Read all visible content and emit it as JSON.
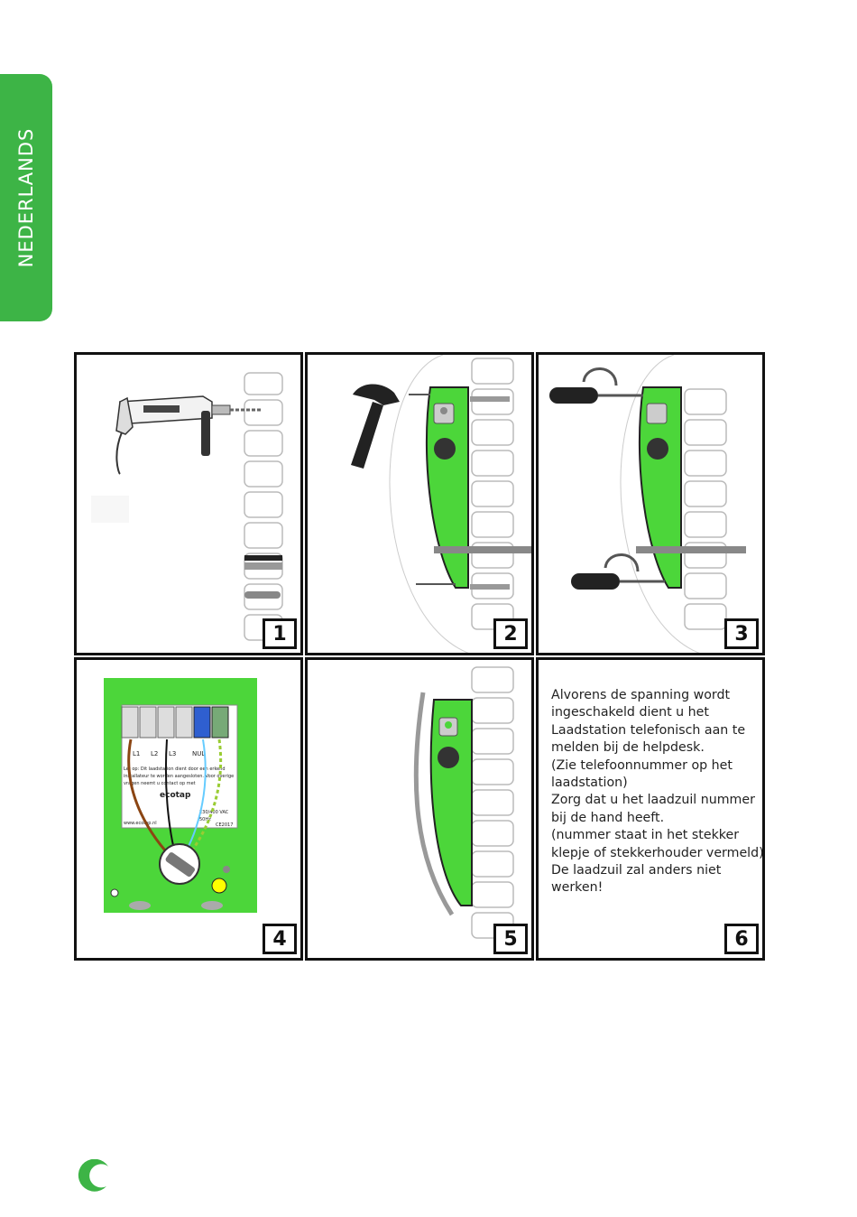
{
  "side_tab": {
    "label": "NEDERLANDS"
  },
  "panels": [
    {
      "number": "1"
    },
    {
      "number": "2"
    },
    {
      "number": "3"
    },
    {
      "number": "4"
    },
    {
      "number": "5"
    },
    {
      "number": "6"
    }
  ],
  "panel4_label": {
    "terminals": [
      "L1",
      "L2",
      "L3",
      "NUL"
    ],
    "notice": [
      "Let op: Dit laadstation dient door een erkend",
      "installateur te worden aangesloten. Voor overige",
      "vragen neemt u contact op met"
    ],
    "brand": "ecotap",
    "web": "www.ecotap.nl",
    "rating": [
      "230/400 VAC",
      "50Hz"
    ],
    "mark": "CE2017"
  },
  "instruction_lines": [
    "Alvorens de spanning wordt",
    "ingeschakeld dient u het",
    "Laadstation telefonisch aan te",
    "melden bij de helpdesk.",
    "(Zie telefoonnummer op het",
    "laadstation)",
    "Zorg dat u het laadzuil nummer",
    "bij de hand heeft.",
    "(nummer staat in het stekker",
    "klepje of stekkerhouder vermeld)",
    "De laadzuil zal anders niet",
    "werken!"
  ],
  "colors": {
    "brand_green": "#3db446",
    "device_green": "#4cd63a",
    "border": "#111111"
  }
}
